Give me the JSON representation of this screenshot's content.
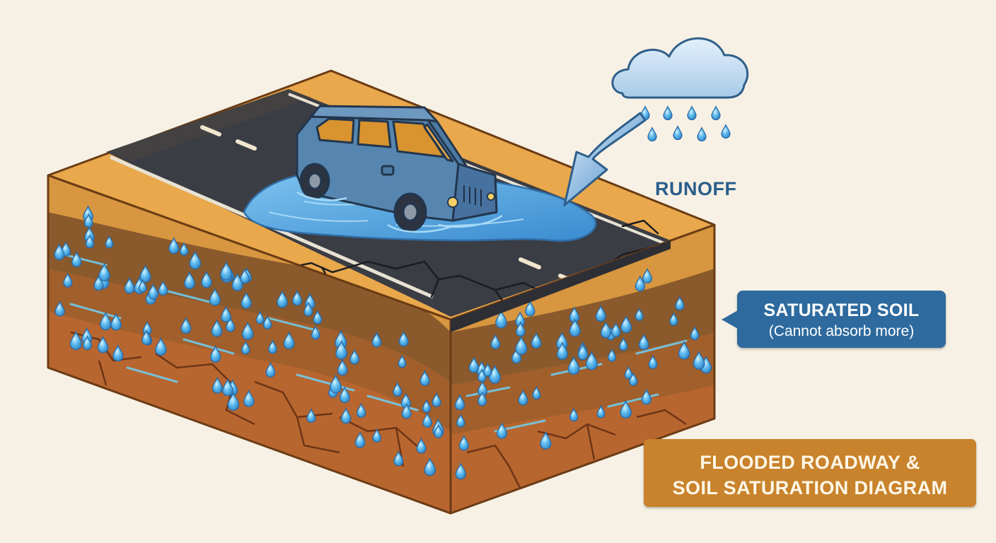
{
  "labels": {
    "runoff": "RUNOFF"
  },
  "callout": {
    "title": "SATURATED SOIL",
    "subtitle": "(Cannot absorb more)"
  },
  "title_box": {
    "line1": "FLOODED ROADWAY &",
    "line2": "SOIL SATURATION DIAGRAM"
  },
  "colors": {
    "background": "#f7f1e5",
    "soil_top": "#e8a74b",
    "soil_side": "#d08e3a",
    "bedrock": "#b35a2b",
    "asphalt": "#3a3c42",
    "water": "#4a9bd6",
    "car": "#4d7fa8",
    "callout": "#2e6a9e",
    "title_box": "#c8832c",
    "runoff_text": "#2a5d8a"
  },
  "icons": [
    "rain-cloud-icon",
    "car-icon",
    "runoff-arrow-icon",
    "water-droplet-icon"
  ]
}
